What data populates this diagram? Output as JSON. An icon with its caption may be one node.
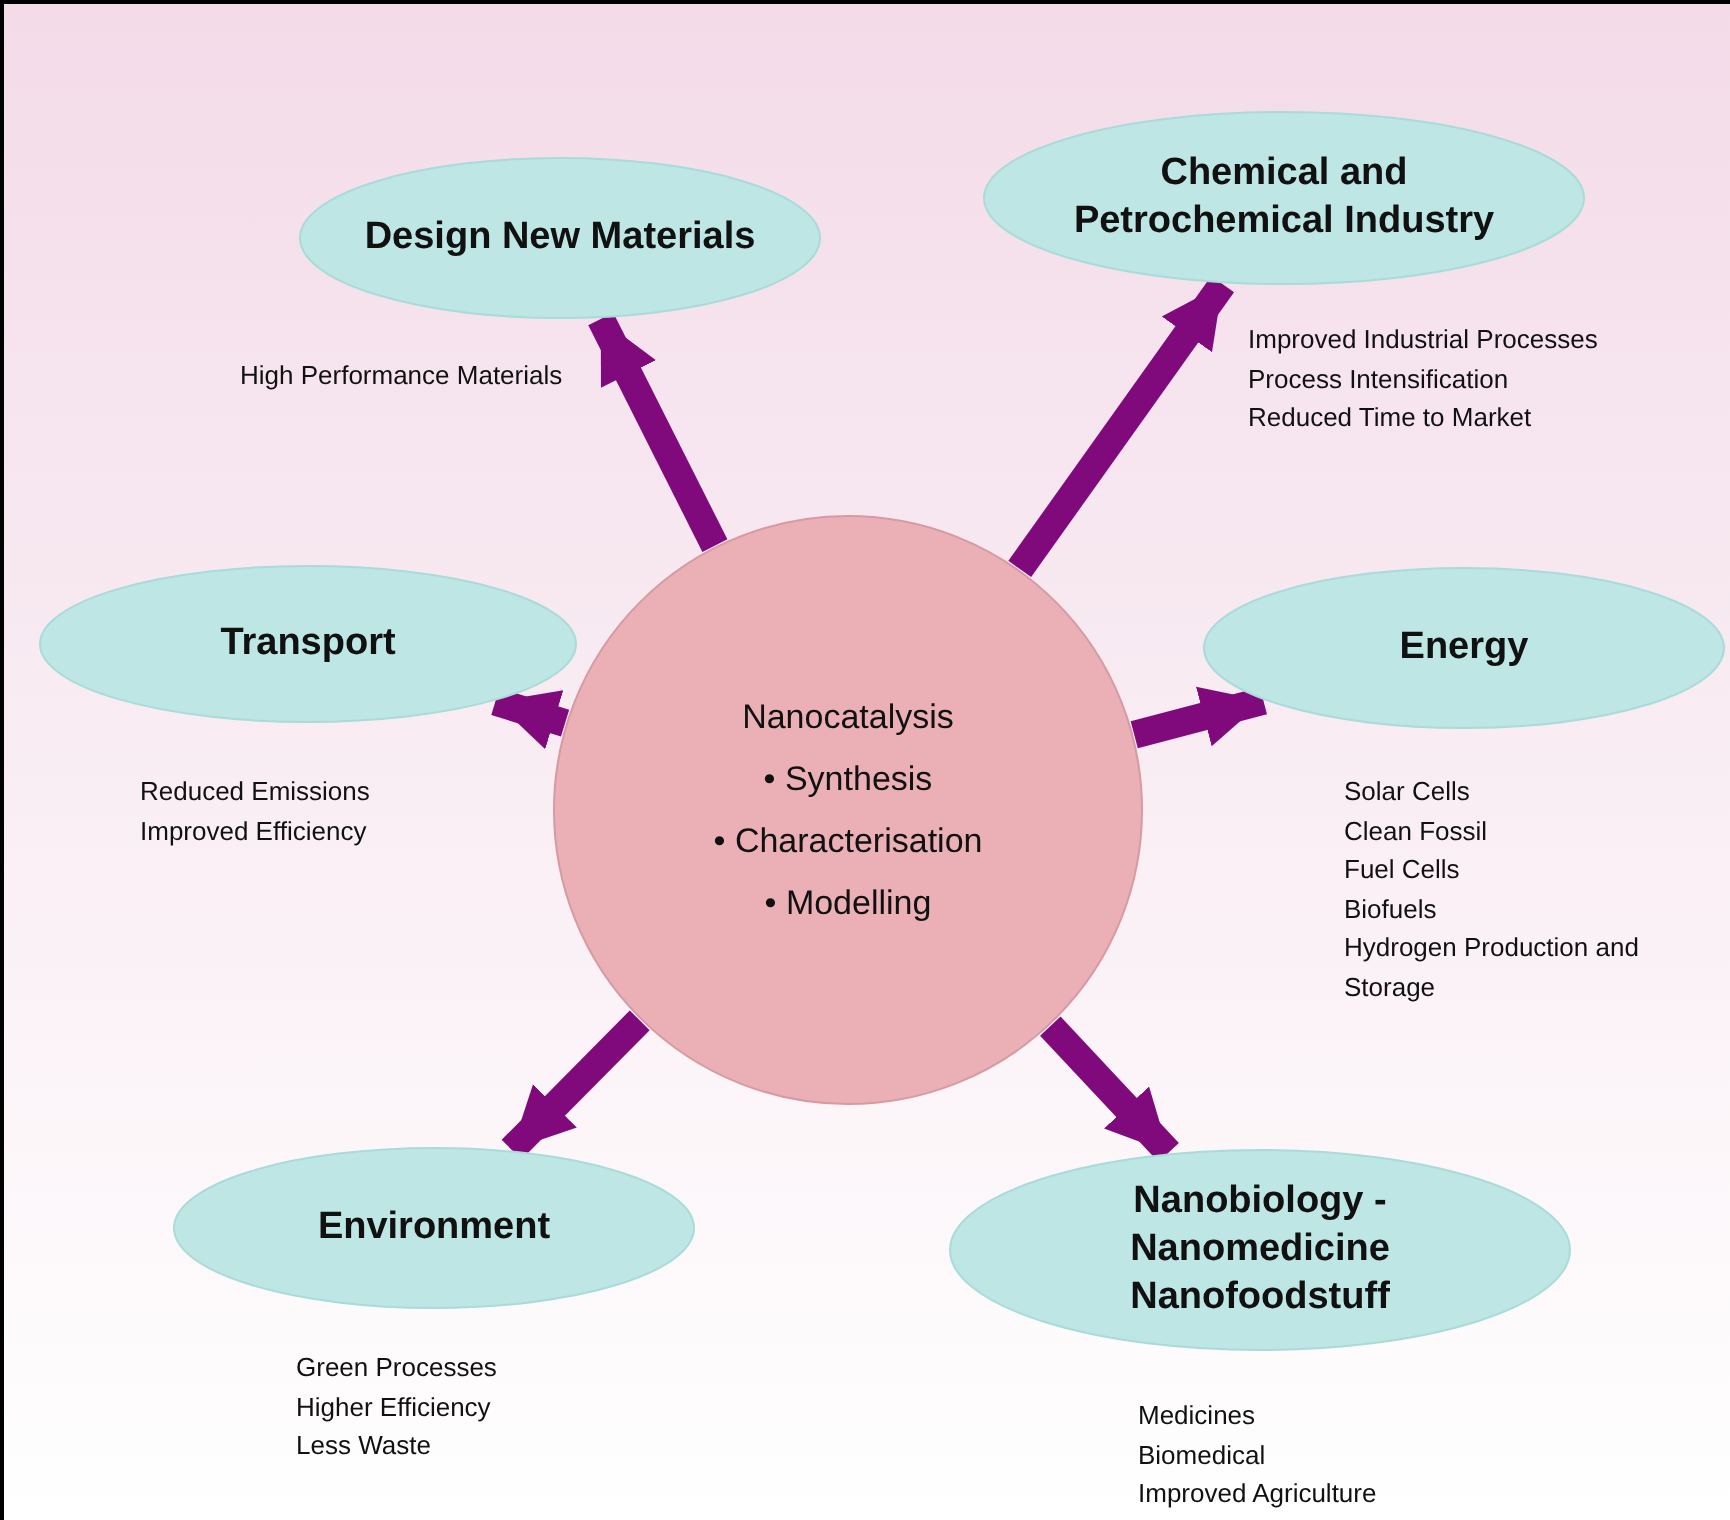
{
  "diagram": {
    "nodes": [
      {
        "text": [
          "Nanocatalysis",
          "• Synthesis",
          "• Characterisation",
          "• Modelling"
        ]
      },
      {
        "text": [
          "Design New Materials"
        ],
        "beside": [
          "High Performance Materials"
        ]
      },
      {
        "text": [
          "Chemical and Petrochemical Industry"
        ],
        "beside": [
          "Improved Industrial Processes",
          "Process Intensification",
          "Reduced Time to Market"
        ]
      },
      {
        "text": [
          "Transport"
        ],
        "beside": [
          "Reduced Emissions",
          "Improved Efficiency"
        ]
      },
      {
        "text": [
          "Energy"
        ],
        "beside": [
          "Solar Cells",
          "Clean Fossil",
          "Fuel Cells",
          "Biofuels",
          "Hydrogen Production and Storage"
        ]
      },
      {
        "text": [
          "Environment"
        ],
        "beside": [
          "Green Processes",
          "Higher Efficiency",
          "Less Waste"
        ]
      },
      {
        "text": [
          "Nanobiology - Nanomedicine Nanofoodstuff"
        ],
        "beside": [
          "Medicines",
          "Biomedical",
          "Improved Agriculture"
        ]
      }
    ],
    "edges": [
      {
        "from": 0,
        "to": 1,
        "arrow": "to"
      },
      {
        "from": 0,
        "to": 2,
        "arrow": "to"
      },
      {
        "from": 0,
        "to": 3,
        "arrow": "to"
      },
      {
        "from": 0,
        "to": 4,
        "arrow": "to"
      },
      {
        "from": 0,
        "to": 5,
        "arrow": "to"
      },
      {
        "from": 0,
        "to": 6,
        "arrow": "to"
      }
    ]
  }
}
